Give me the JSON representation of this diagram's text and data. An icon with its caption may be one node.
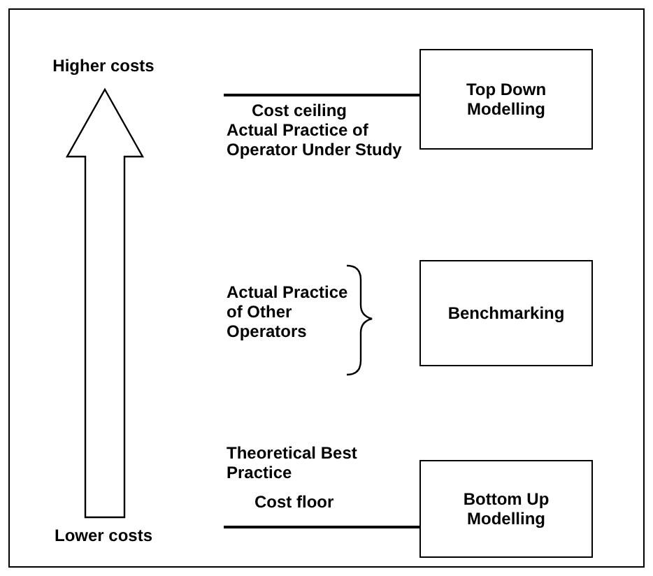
{
  "diagram": {
    "nodes": [
      {
        "text": [
          "Top Down Modelling"
        ]
      },
      {
        "text": [
          "Benchmarking"
        ]
      },
      {
        "text": [
          "Bottom Up Modelling"
        ]
      }
    ],
    "edges": [
      {
        "from": null,
        "to": 0,
        "arrow": "none",
        "label": "Cost ceiling"
      },
      {
        "from": null,
        "to": 2,
        "arrow": "none",
        "label": "Cost floor"
      }
    ],
    "labels": [
      "Higher costs",
      "Actual Practice of Operator Under Study",
      "Actual Practice of Other Operators",
      "Theoretical Best Practice",
      "Lower costs"
    ]
  }
}
